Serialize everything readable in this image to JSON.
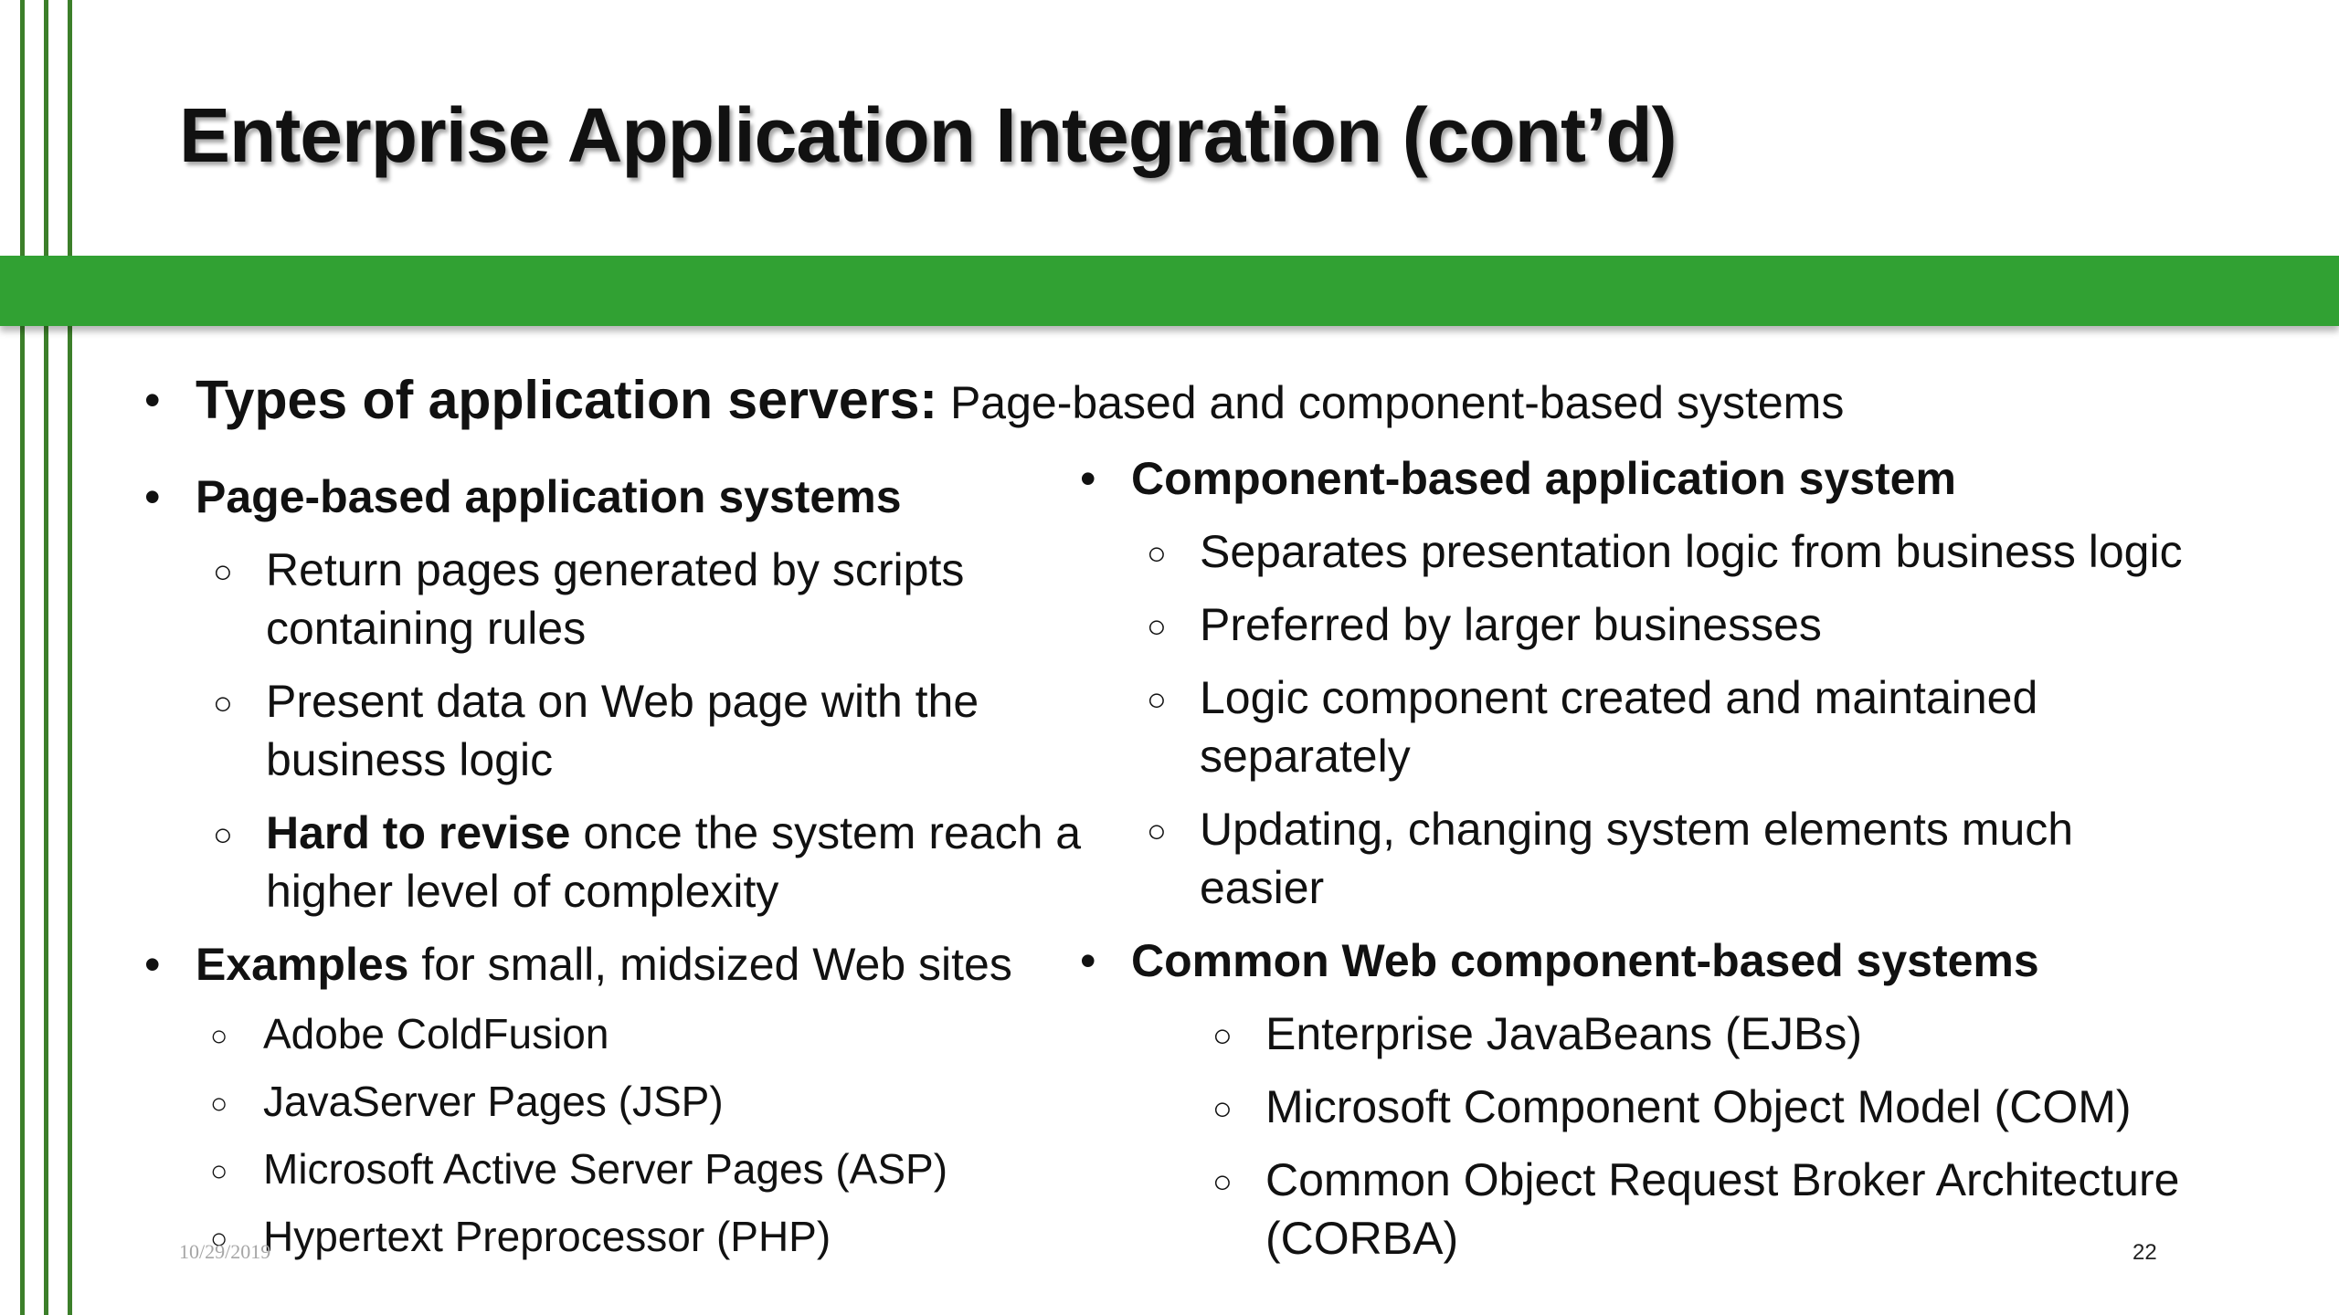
{
  "slide": {
    "title": "Enterprise Application Integration (cont’d)",
    "intro": {
      "lead": "Types of application servers:",
      "text": " Page-based and component-based systems"
    },
    "left": {
      "heading": "Page-based application systems",
      "items": [
        {
          "line1": "Return pages generated by scripts",
          "line2": "containing rules"
        },
        {
          "line1": "Present data on Web page with the",
          "line2": "business logic"
        },
        {
          "bold": "Hard to revise",
          "rest": " once the system reach a",
          "line2": "higher level of complexity"
        }
      ],
      "examples": {
        "lead": "Examples",
        "text": " for small, midsized Web sites",
        "items": [
          "Adobe ColdFusion",
          "JavaServer Pages (JSP)",
          "Microsoft Active Server Pages (ASP)",
          "Hypertext Preprocessor (PHP)"
        ]
      }
    },
    "right": {
      "heading": "Component-based application system",
      "items": [
        {
          "line1": "Separates presentation logic from business logic"
        },
        {
          "line1": "Preferred by larger businesses"
        },
        {
          "line1": "Logic component created and maintained",
          "line2": "separately"
        },
        {
          "line1": "Updating, changing system elements much",
          "line2": "easier"
        }
      ],
      "common": {
        "heading": "Common Web component-based systems",
        "items": [
          {
            "line1": "Enterprise JavaBeans (EJBs)"
          },
          {
            "line1": "Microsoft Component Object Model (COM)"
          },
          {
            "line1": "Common Object Request Broker Architecture",
            "line2": "(CORBA)"
          }
        ]
      }
    },
    "footer": {
      "date": "10/29/2019",
      "page_number": "22"
    },
    "colors": {
      "band": "#31a133",
      "vertical_lines": "#3c7f2a"
    }
  }
}
